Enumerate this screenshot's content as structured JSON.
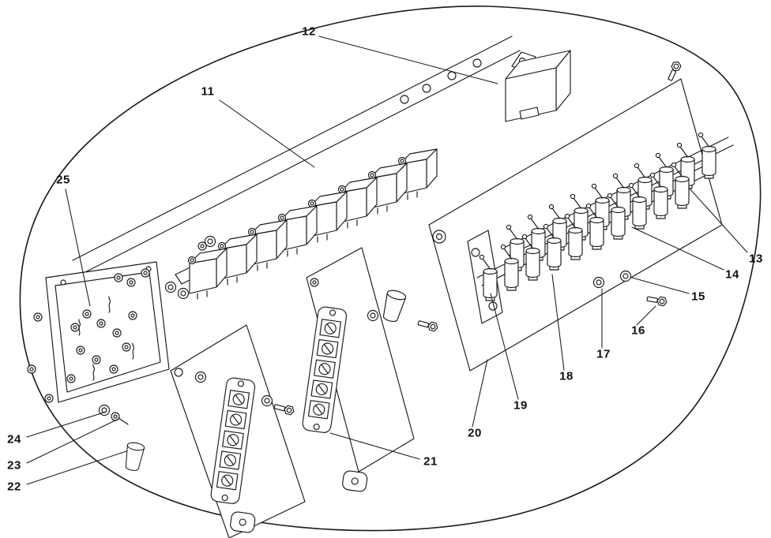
{
  "colors": {
    "ink": "#1a1a1a",
    "background": "#ffffff"
  },
  "callouts": [
    {
      "label": "11"
    },
    {
      "label": "12"
    },
    {
      "label": "13"
    },
    {
      "label": "14"
    },
    {
      "label": "15"
    },
    {
      "label": "16"
    },
    {
      "label": "17"
    },
    {
      "label": "18"
    },
    {
      "label": "19"
    },
    {
      "label": "20"
    },
    {
      "label": "21"
    },
    {
      "label": "22"
    },
    {
      "label": "23"
    },
    {
      "label": "24"
    },
    {
      "label": "25"
    }
  ]
}
